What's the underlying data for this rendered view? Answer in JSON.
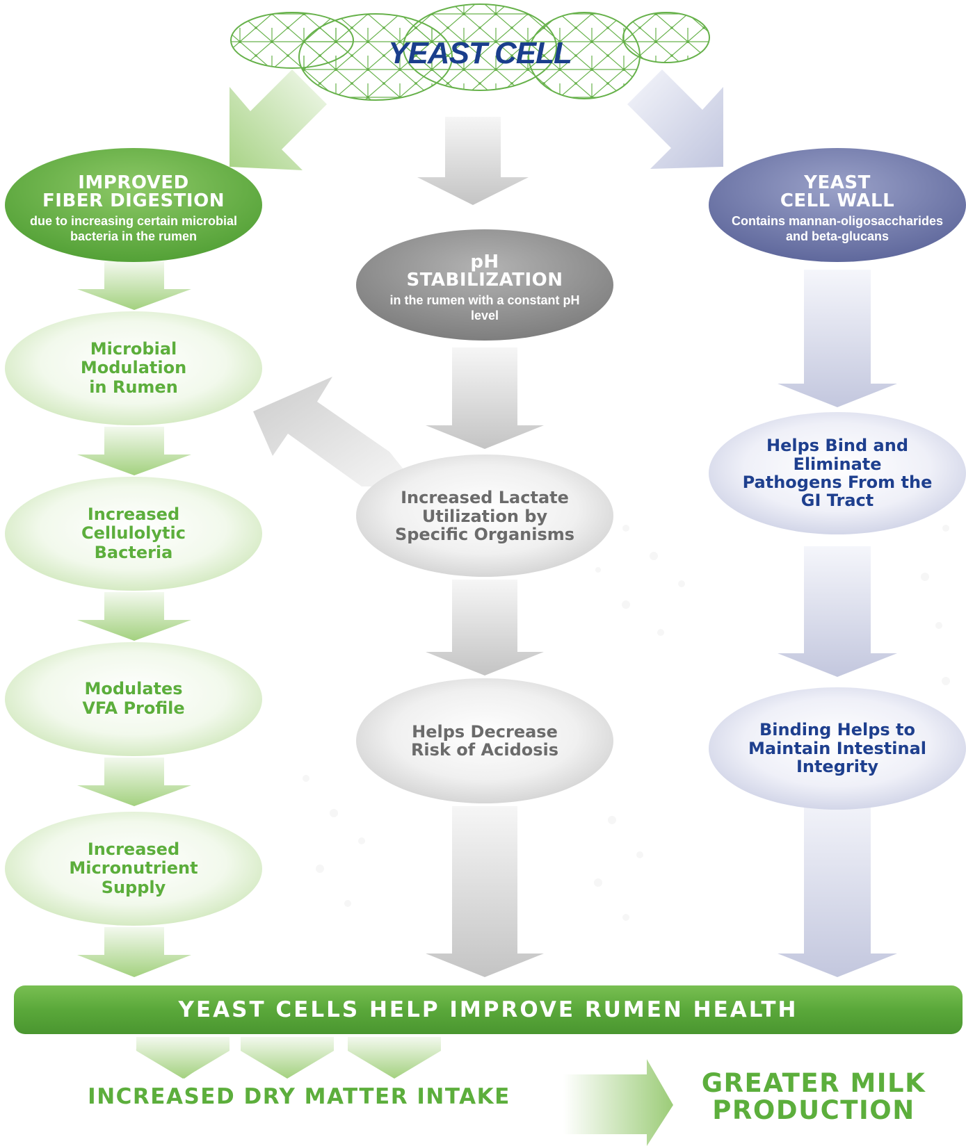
{
  "colors": {
    "green": "#5cae3c",
    "gray": "#8a8a8a",
    "slate_blue": "#6a73a8",
    "navy": "#1a3e8c"
  },
  "header": {
    "title": "YEAST CELL"
  },
  "left": {
    "main": {
      "title": "IMPROVED\nFIBER DIGESTION",
      "subtitle": "due to increasing certain microbial bacteria in the rumen"
    },
    "steps": [
      "Microbial Modulation in Rumen",
      "Increased Cellulolytic Bacteria",
      "Modulates VFA Profile",
      "Increased Micronutrient Supply"
    ]
  },
  "center": {
    "main": {
      "title": "pH\nSTABILIZATION",
      "subtitle": "in the rumen with a constant pH level"
    },
    "steps": [
      "Increased Lactate Utilization by Specific Organisms",
      "Helps Decrease Risk of Acidosis"
    ]
  },
  "right": {
    "main": {
      "title": "YEAST\nCELL WALL",
      "subtitle": "Contains mannan-oligosaccharides and beta-glucans"
    },
    "steps": [
      "Helps Bind and Eliminate Pathogens From the GI Tract",
      "Binding Helps to Maintain Intestinal Integrity"
    ]
  },
  "banner": {
    "label": "YEAST CELLS HELP IMPROVE RUMEN HEALTH"
  },
  "footer": {
    "left_label": "INCREASED DRY MATTER INTAKE",
    "right_label": "GREATER MILK\nPRODUCTION"
  }
}
